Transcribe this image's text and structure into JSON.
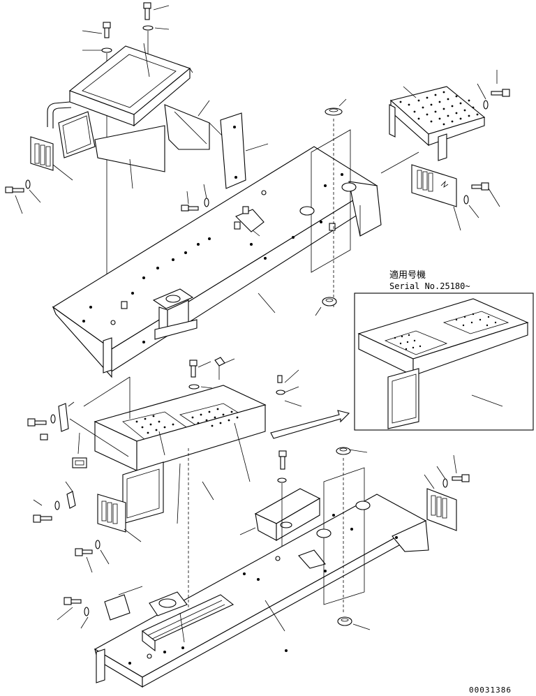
{
  "serial_note": {
    "line1": "適用号機",
    "line2": "Serial No.25180~"
  },
  "drawing_number": "00031386",
  "icons": {
    "upper_assembly": "upper-frame-exploded-icon",
    "lower_assembly": "lower-frame-exploded-icon",
    "inset": "serial-variant-cover-icon",
    "arrow": "direction-arrow-icon"
  }
}
